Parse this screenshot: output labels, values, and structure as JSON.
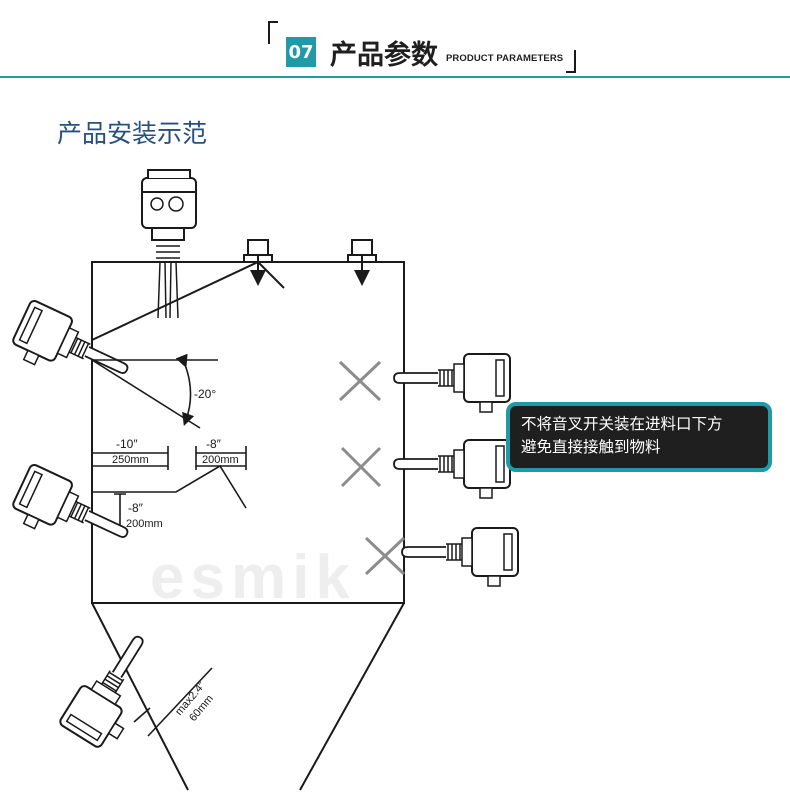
{
  "theme": {
    "accent": "#1f9aa6",
    "heading": "#274f7f",
    "note_bg": "#1f1f1f",
    "line": "#1a1a1a",
    "cross": "#8c8c8c"
  },
  "header": {
    "badge": "07",
    "title": "产品参数",
    "title_en": "PRODUCT PARAMETERS"
  },
  "page_heading": "产品安装示范",
  "diagram": {
    "angle_label": "-20°",
    "dim_top_left_in": "-10″",
    "dim_top_left_mm": "250mm",
    "dim_top_right_in": "-8″",
    "dim_top_right_mm": "200mm",
    "dim_vertical_in": "-8″",
    "dim_vertical_mm": "200mm",
    "dim_cone_in": "max2.4″",
    "dim_cone_mm": "60mm",
    "watermark": "esmik"
  },
  "note": {
    "line1": "不将音叉开关装在进料口下方",
    "line2": "避免直接接触到物料"
  }
}
